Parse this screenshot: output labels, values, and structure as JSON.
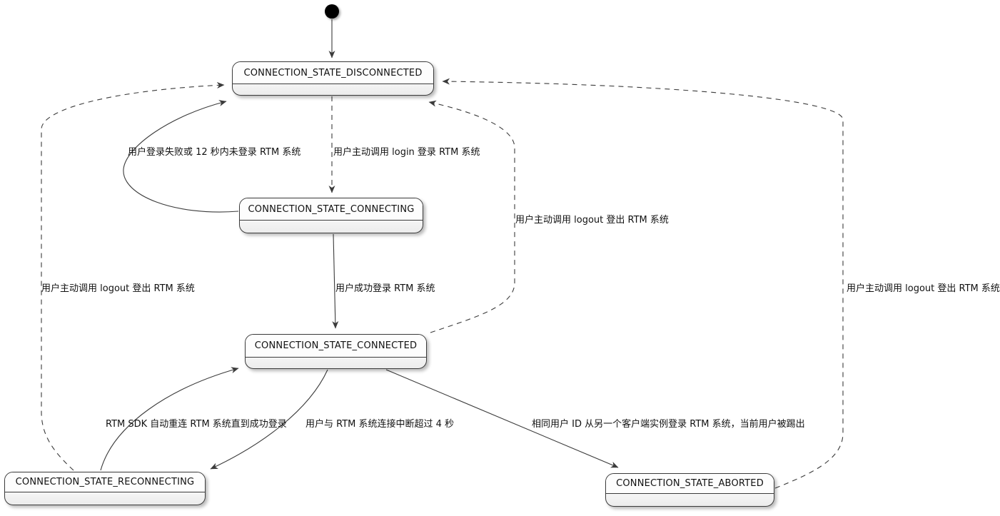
{
  "diagram": {
    "type": "uml-state-diagram",
    "background_color": "#ffffff",
    "line_color": "#3b3b3b",
    "state_fill_color": "#f7f7f7",
    "text_color": "#111111"
  },
  "states": [
    {
      "id": "disconnected",
      "label": "CONNECTION_STATE_DISCONNECTED"
    },
    {
      "id": "connecting",
      "label": "CONNECTION_STATE_CONNECTING"
    },
    {
      "id": "connected",
      "label": "CONNECTION_STATE_CONNECTED"
    },
    {
      "id": "reconnecting",
      "label": "CONNECTION_STATE_RECONNECTING"
    },
    {
      "id": "aborted",
      "label": "CONNECTION_STATE_ABORTED"
    }
  ],
  "transitions": [
    {
      "from": "disconnected",
      "to": "connecting",
      "style": "dashed",
      "label": "用户主动调用 login 登录 RTM 系统"
    },
    {
      "from": "connecting",
      "to": "disconnected",
      "style": "solid",
      "label": "用户登录失败或 12 秒内未登录 RTM 系统"
    },
    {
      "from": "connecting",
      "to": "connected",
      "style": "solid",
      "label": "用户成功登录 RTM 系统"
    },
    {
      "from": "connected",
      "to": "disconnected",
      "style": "dashed",
      "label": "用户主动调用 logout 登出 RTM 系统"
    },
    {
      "from": "reconnecting",
      "to": "disconnected",
      "style": "dashed",
      "label": "用户主动调用 logout 登出 RTM 系统"
    },
    {
      "from": "aborted",
      "to": "disconnected",
      "style": "dashed",
      "label": "用户主动调用 logout 登出 RTM 系统"
    },
    {
      "from": "connected",
      "to": "reconnecting",
      "style": "solid",
      "label": "用户与 RTM 系统连接中断超过 4 秒"
    },
    {
      "from": "reconnecting",
      "to": "connected",
      "style": "solid",
      "label": "RTM SDK 自动重连 RTM 系统直到成功登录"
    },
    {
      "from": "connected",
      "to": "aborted",
      "style": "solid",
      "label": "相同用户 ID 从另一个客户端实例登录 RTM 系统，当前用户被踢出"
    }
  ]
}
